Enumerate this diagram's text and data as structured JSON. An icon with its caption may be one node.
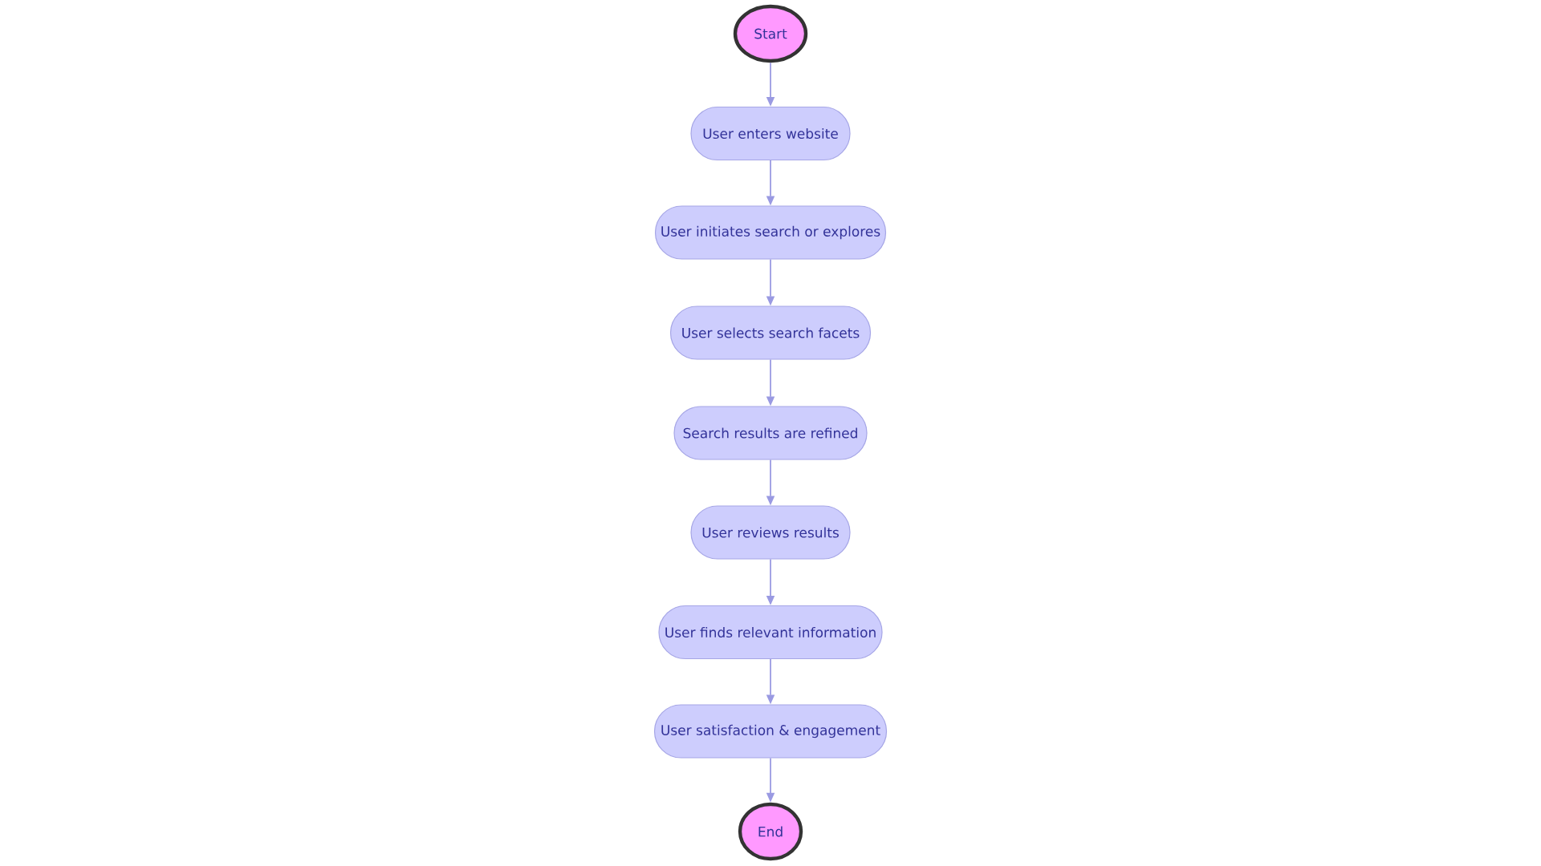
{
  "diagram": {
    "nodes": [
      {
        "text": [
          "Start"
        ]
      },
      {
        "text": [
          "User enters website"
        ]
      },
      {
        "text": [
          "User initiates search or explores"
        ]
      },
      {
        "text": [
          "User selects search facets"
        ]
      },
      {
        "text": [
          "Search results are refined"
        ]
      },
      {
        "text": [
          "User reviews results"
        ]
      },
      {
        "text": [
          "User finds relevant information"
        ]
      },
      {
        "text": [
          "User satisfaction & engagement"
        ]
      },
      {
        "text": [
          "End"
        ]
      }
    ],
    "edges": [
      {
        "from": 0,
        "to": 1,
        "arrow": "to"
      },
      {
        "from": 1,
        "to": 2,
        "arrow": "to"
      },
      {
        "from": 2,
        "to": 3,
        "arrow": "to"
      },
      {
        "from": 3,
        "to": 4,
        "arrow": "to"
      },
      {
        "from": 4,
        "to": 5,
        "arrow": "to"
      },
      {
        "from": 5,
        "to": 6,
        "arrow": "to"
      },
      {
        "from": 6,
        "to": 7,
        "arrow": "to"
      },
      {
        "from": 7,
        "to": 8,
        "arrow": "to"
      }
    ]
  }
}
